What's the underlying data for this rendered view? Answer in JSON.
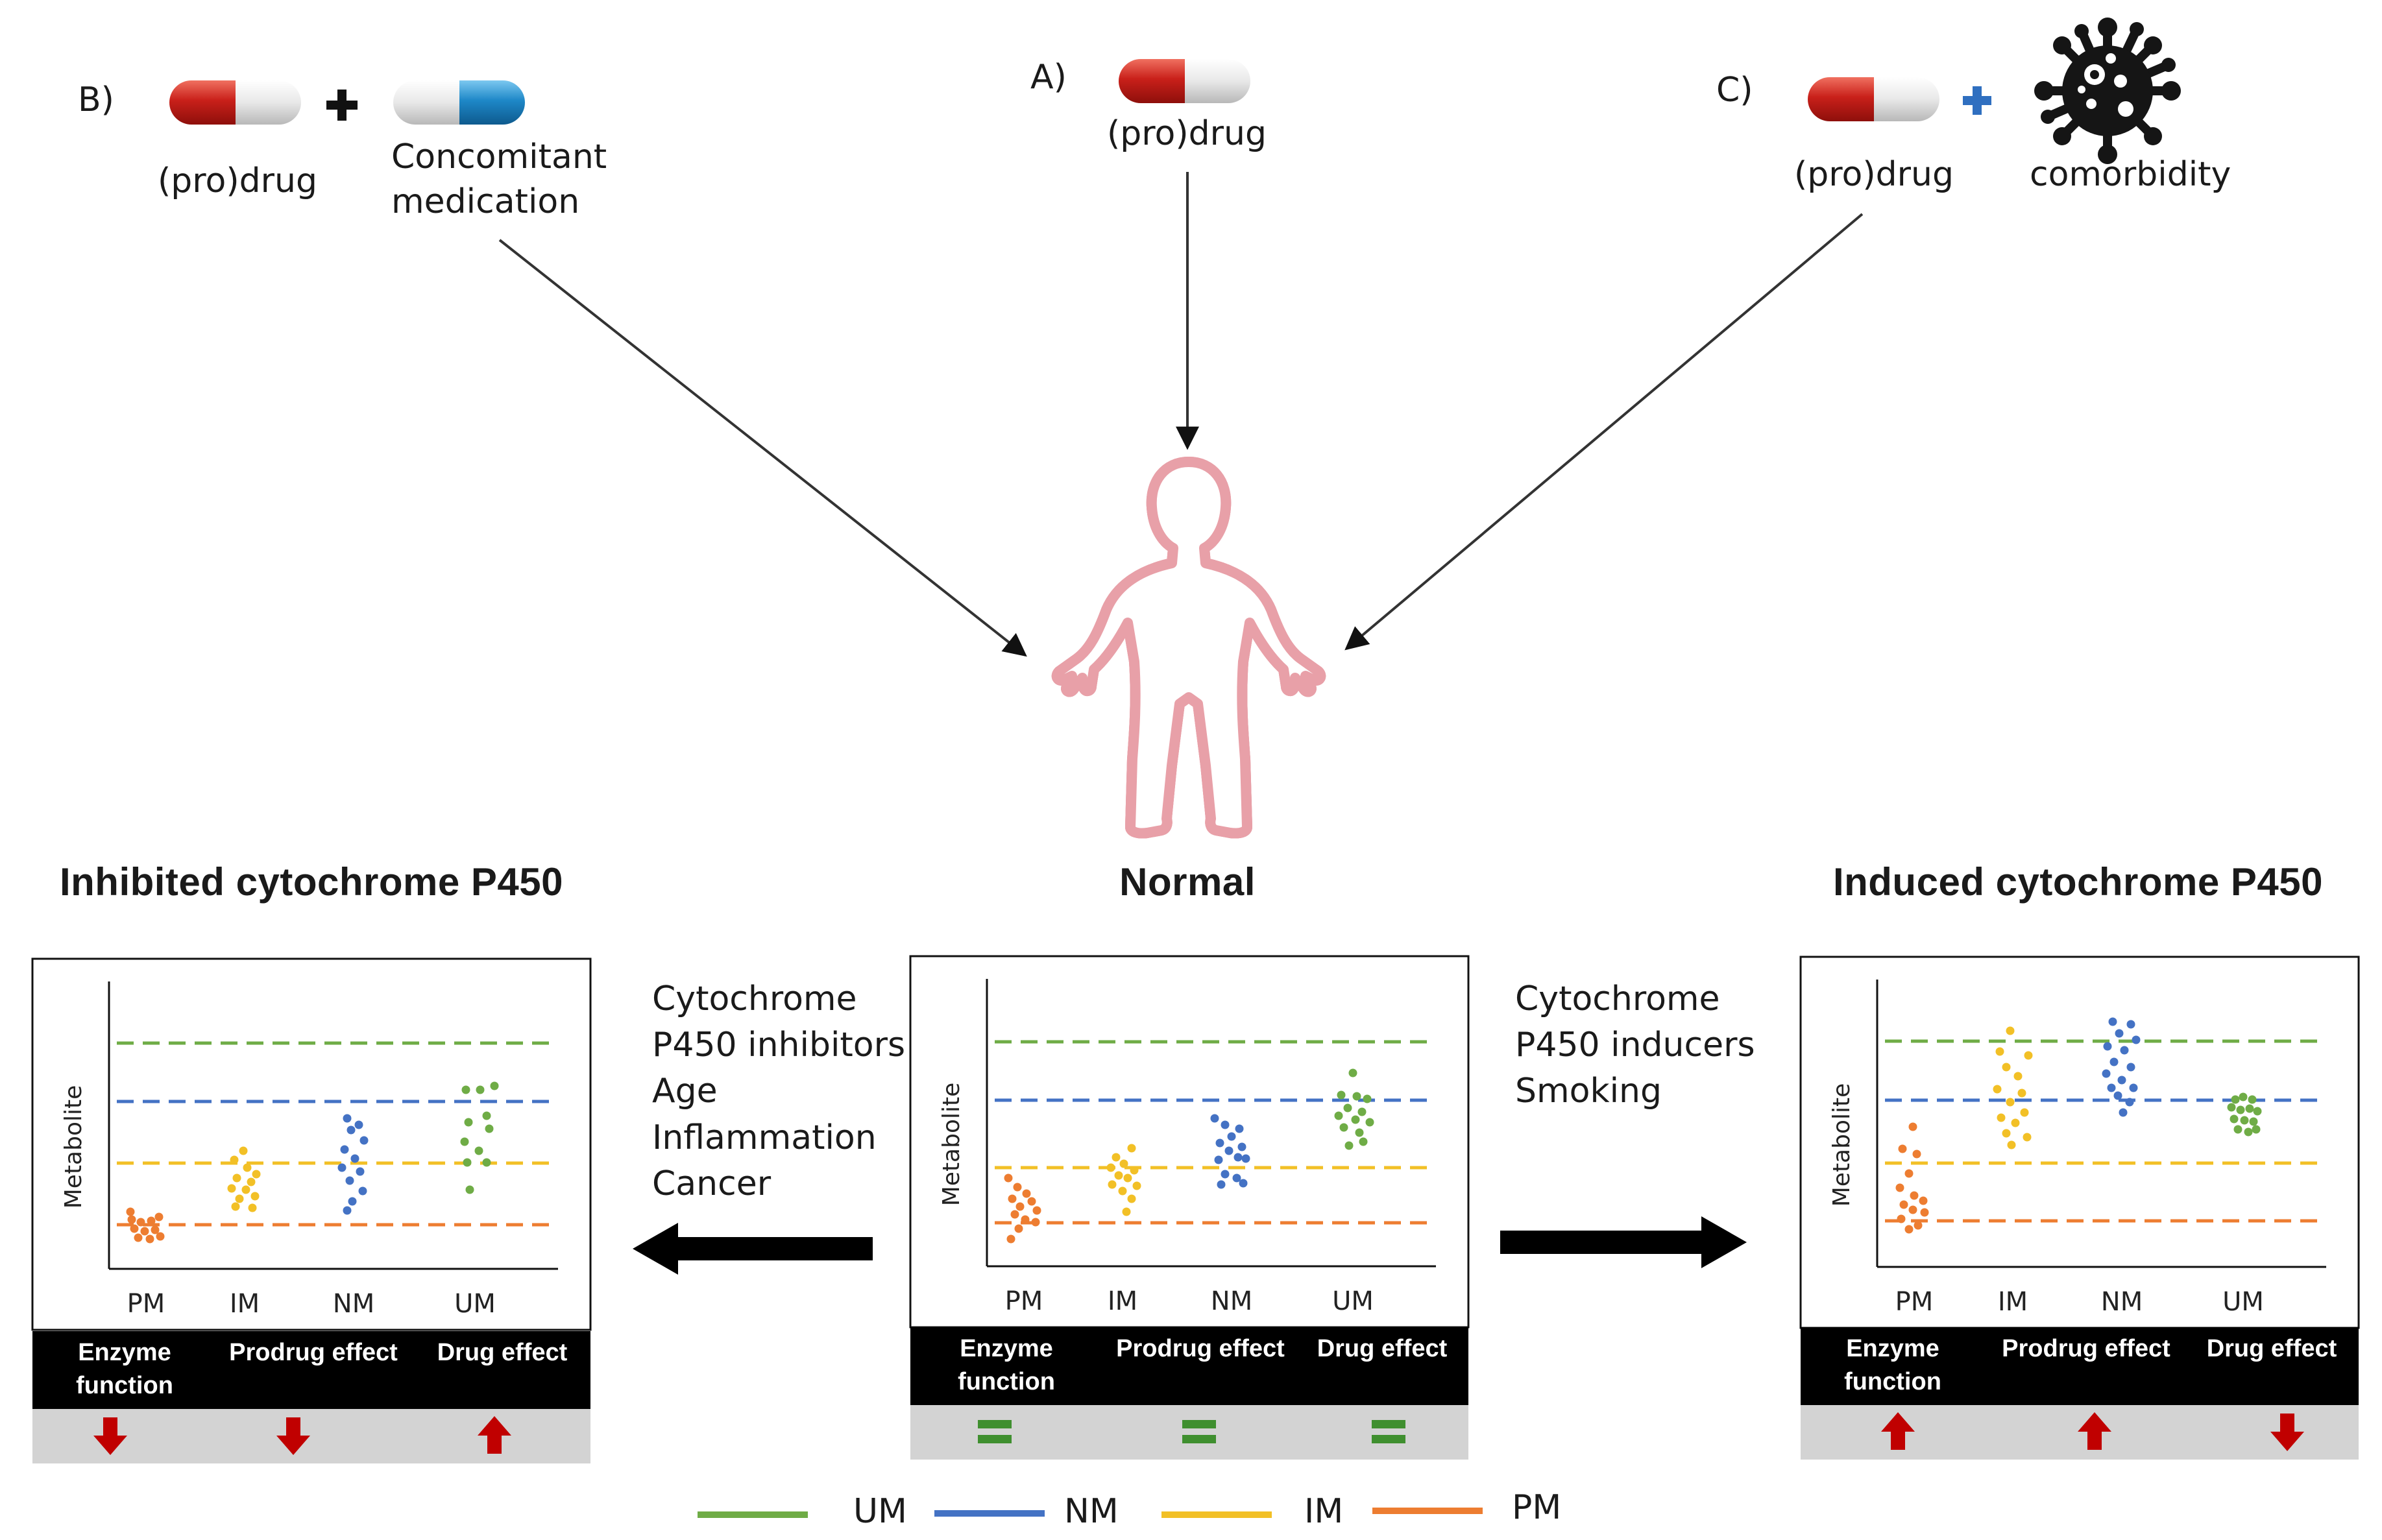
{
  "scenarios": {
    "a": {
      "letter": "A)",
      "drug_label": "(pro)drug"
    },
    "b": {
      "letter": "B)",
      "drug_label": "(pro)drug",
      "partner_label": "Concomitant medication"
    },
    "c": {
      "letter": "C)",
      "drug_label": "(pro)drug",
      "partner_label": "comorbidity"
    }
  },
  "panels": [
    {
      "title": "Inhibited cytochrome P450",
      "status": {
        "enzyme_function": "decreased",
        "prodrug_effect": "decreased",
        "drug_effect": "increased"
      }
    },
    {
      "title": "Normal",
      "status": {
        "enzyme_function": "unchanged",
        "prodrug_effect": "unchanged",
        "drug_effect": "unchanged"
      }
    },
    {
      "title": "Induced cytochrome P450",
      "status": {
        "enzyme_function": "increased",
        "prodrug_effect": "increased",
        "drug_effect": "decreased"
      }
    }
  ],
  "plot": {
    "ylabel": "Metabolite",
    "categories": [
      "PM",
      "IM",
      "NM",
      "UM"
    ]
  },
  "status_bar": {
    "col1": "Enzyme function",
    "col2": "Prodrug effect",
    "col3": "Drug effect"
  },
  "inhibitor_factors": [
    "Cytochrome",
    "P450 inhibitors",
    "Age",
    "Inflammation",
    "Cancer"
  ],
  "inducer_factors": [
    "Cytochrome",
    "P450 inducers",
    "Smoking"
  ],
  "legend": [
    {
      "label": "UM",
      "color": "#6fac46"
    },
    {
      "label": "NM",
      "color": "#4472c4"
    },
    {
      "label": "IM",
      "color": "#f2c026"
    },
    {
      "label": "PM",
      "color": "#ed7d31"
    }
  ],
  "colors": {
    "red_arrow": "#c00000",
    "equal_sign": "#3f8f2f",
    "capsule_red": "#c9201a",
    "capsule_blue": "#1e88c8"
  }
}
